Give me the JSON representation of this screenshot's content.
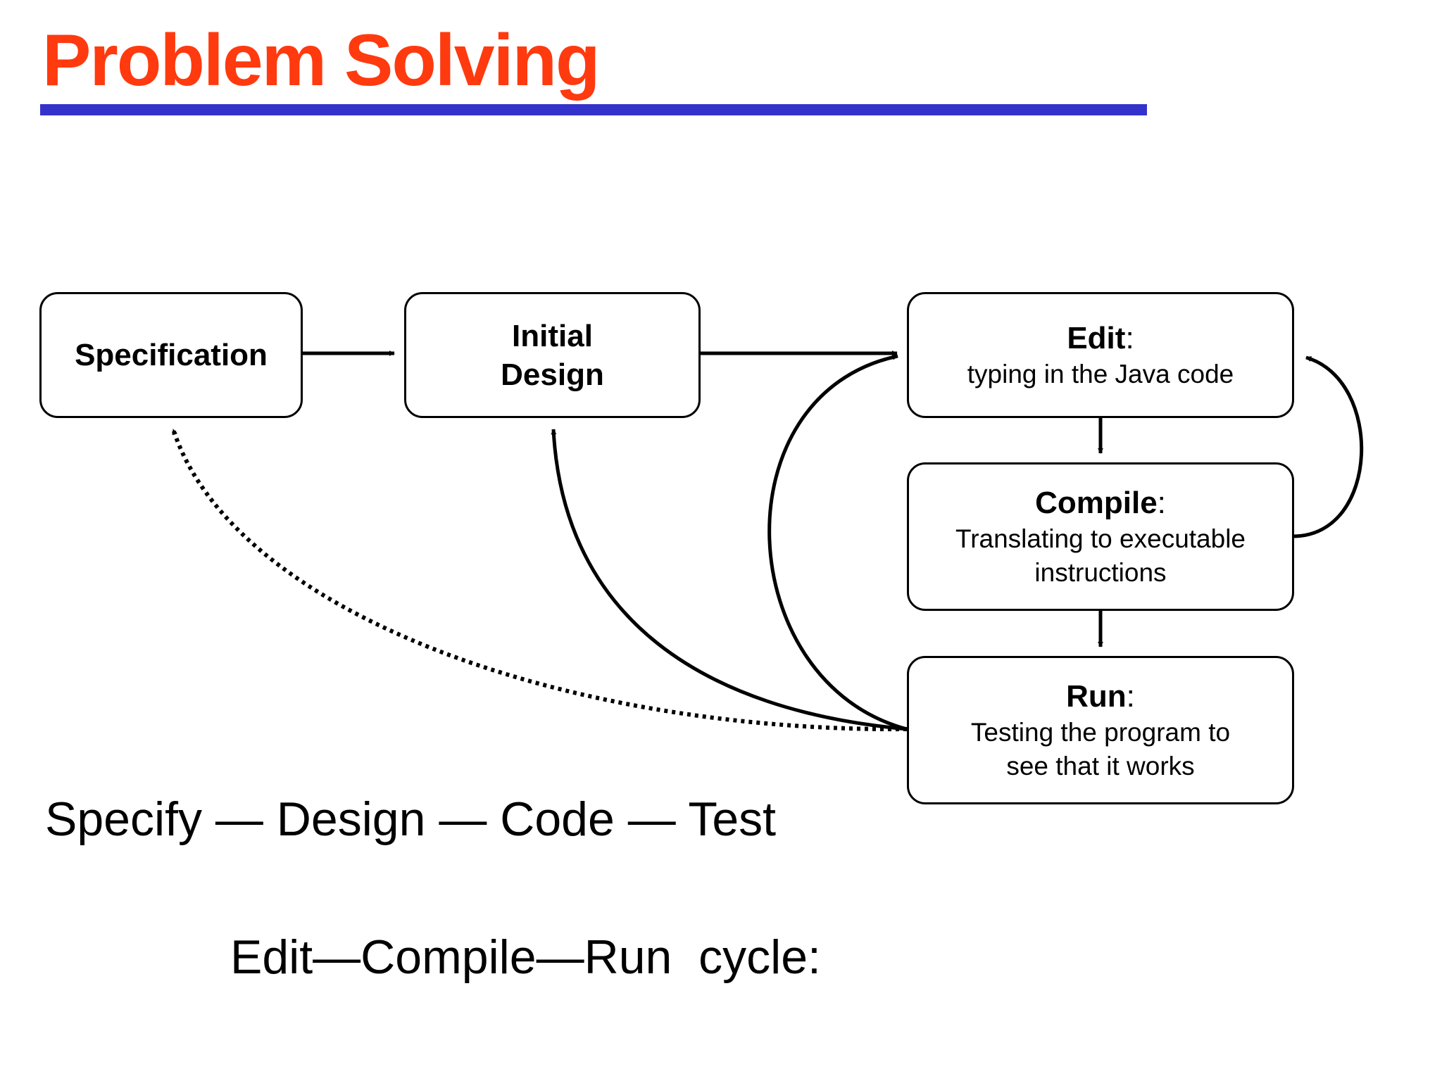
{
  "title": "Problem Solving",
  "colors": {
    "title": "#ff3a0f",
    "rule": "#3333cc",
    "stroke": "#000000"
  },
  "boxes": {
    "specification": {
      "heading": "Specification"
    },
    "initial_design": {
      "heading_line1": "Initial",
      "heading_line2": "Design"
    },
    "edit": {
      "heading": "Edit",
      "colon": ":",
      "description": "typing in the Java code"
    },
    "compile": {
      "heading": "Compile",
      "colon": ":",
      "description_line1": "Translating to executable",
      "description_line2": "instructions"
    },
    "run": {
      "heading": "Run",
      "colon": ":",
      "description_line1": "Testing the program to",
      "description_line2": "see that it works"
    }
  },
  "captions": {
    "process": "Specify — Design — Code — Test",
    "cycle": "Edit—Compile—Run  cycle:"
  }
}
